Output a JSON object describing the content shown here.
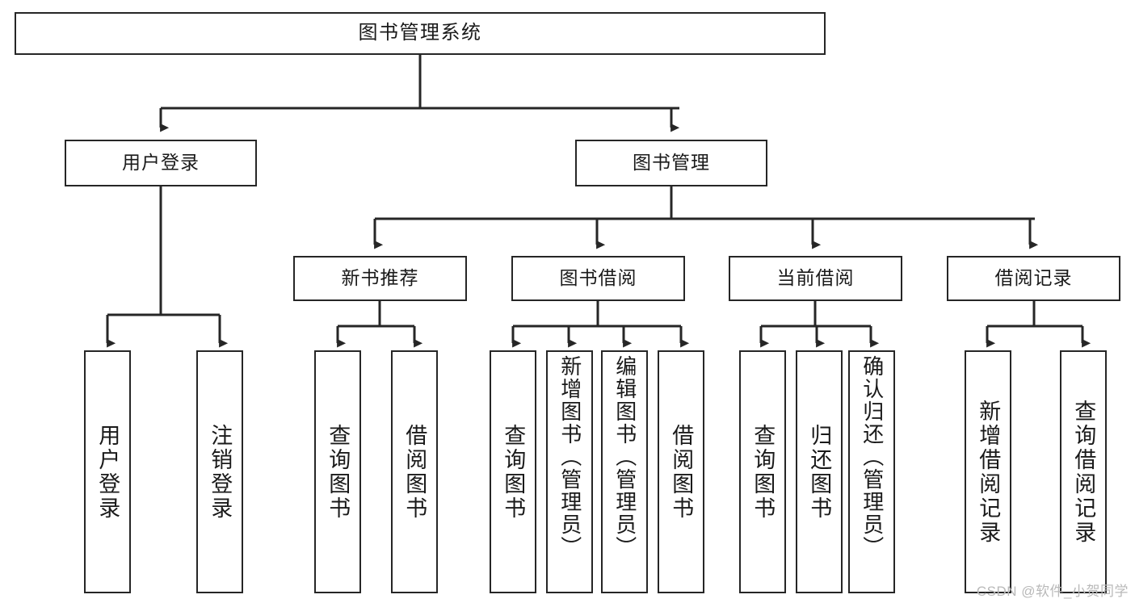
{
  "diagram": {
    "title": "图书管理系统",
    "type": "tree-hierarchy-diagram",
    "orientation": "top-down",
    "colors": {
      "box_border": "#262626",
      "box_fill": "#ffffff",
      "connector": "#262626",
      "text": "#1a1a1a",
      "watermark": "#b9b9b9",
      "background": "#ffffff"
    }
  },
  "nodes": {
    "root": {
      "label": "图书管理系统"
    },
    "level2": [
      {
        "label": "用户登录"
      },
      {
        "label": "图书管理"
      }
    ],
    "level3": [
      {
        "label": "新书推荐"
      },
      {
        "label": "图书借阅"
      },
      {
        "label": "当前借阅"
      },
      {
        "label": "借阅记录"
      }
    ],
    "leaves": {
      "user_login": [
        {
          "label": "用户登录"
        },
        {
          "label": "注销登录"
        }
      ],
      "new_book_recommend": [
        {
          "label": "查询图书"
        },
        {
          "label": "借阅图书"
        }
      ],
      "book_borrow": [
        {
          "label": "查询图书"
        },
        {
          "label": "新增图书（管理员）"
        },
        {
          "label": "编辑图书（管理员）"
        },
        {
          "label": "借阅图书"
        }
      ],
      "current_borrow": [
        {
          "label": "查询图书"
        },
        {
          "label": "归还图书"
        },
        {
          "label": "确认归还（管理员）"
        }
      ],
      "borrow_record": [
        {
          "label": "新增借阅记录"
        },
        {
          "label": "查询借阅记录"
        }
      ]
    }
  },
  "watermark": {
    "text": "CSDN @软件_小贺同学"
  }
}
